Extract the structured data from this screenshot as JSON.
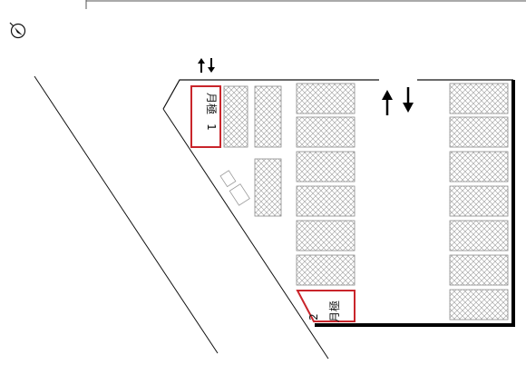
{
  "compass": {
    "icon": "north-arrow-icon"
  },
  "arrows": {
    "entry_icon": "up-down-arrows-icon",
    "lane_icon": "up-down-arrows-icon"
  },
  "colors": {
    "highlight": "#c9252b",
    "hatch": "#8a8a8a",
    "line": "#000000"
  },
  "highlighted_stalls": [
    {
      "number": "1",
      "label": "月極"
    },
    {
      "number": "2",
      "label": "月極"
    }
  ]
}
